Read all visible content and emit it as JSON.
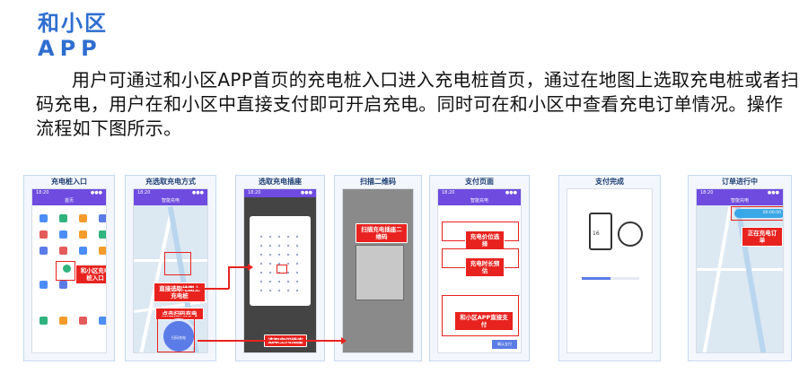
{
  "slide": {
    "title_line1": "和小区",
    "title_line2": "APP",
    "body": "用户可通过和小区APP首页的充电桩入口进入充电桩首页，通过在地图上选取充电桩或者扫码充电，用户在和小区中直接支付即可开启充电。同时可在和小区中查看充电订单情况。操作流程如下图所示。"
  },
  "panels": [
    {
      "title": "充电桩入口"
    },
    {
      "title": "充选取充电方式"
    },
    {
      "title": "选取充电插座"
    },
    {
      "title": "扫描二维码"
    },
    {
      "title": "支付页面"
    },
    {
      "title": "支付完成"
    },
    {
      "title": "订单进行中"
    }
  ],
  "callouts": {
    "entry": "和小区充电桩入口",
    "select_on_map": "直接选取地图上充电桩",
    "tap_scan": "点击扫码充电",
    "choose_socket": "选取空闲插座",
    "scan_socket_qr": "扫描充电插座二维码",
    "choose_price": "充电价位选择",
    "estimate_time": "充电时长预估",
    "pay_in_app": "和小区APP直接支付",
    "charging_order": "正在充电订单"
  },
  "phone_ui": {
    "panel1_nav": "首页",
    "panel2_nav": "智能充电",
    "meter_number": "16",
    "estimate_order": "00:00:00",
    "scan_button_label": "扫码充电",
    "pay_button": "确认支付"
  },
  "colors": {
    "title_blue": "#2f6ed0",
    "accent_red": "#e8231f",
    "app_purple": "#6f4be0"
  }
}
